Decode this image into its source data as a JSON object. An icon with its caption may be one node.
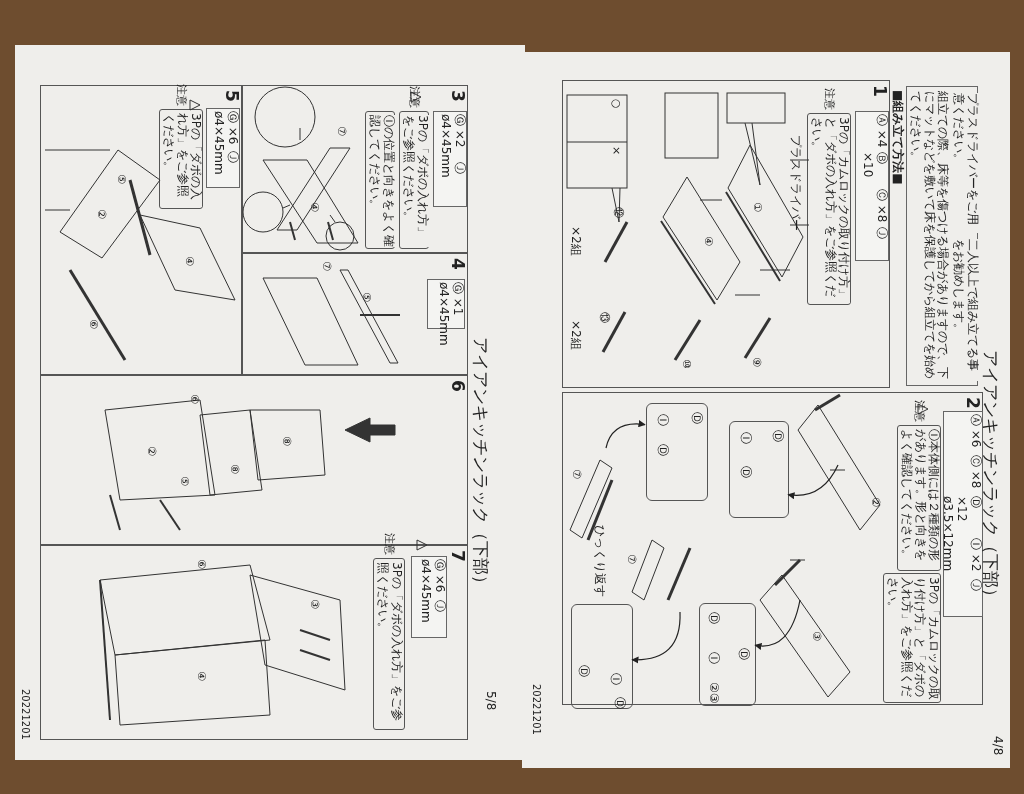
{
  "diagram": {
    "title": "アイアンキッチンラック（下部）",
    "nodes": [
      {
        "text": [
          "アイアンキッチンラック（下部）",
          "4/8",
          "20221201"
        ]
      },
      {
        "text": [
          "プラスドライバーをご用意ください。",
          "二人以上で組み立てる事をお勧めします。",
          "組立ての際、床等を傷つける場合がありますので、下にマットなどを敷いて床を保護してから組立てを始めてください。"
        ],
        "in": 0
      },
      {
        "text": [
          "1"
        ],
        "in": 0
      },
      {
        "text": [
          "Ⓐ ×4",
          "Ⓑ ×10",
          "Ⓒ ×8",
          "Ⓙ"
        ],
        "in": 2
      },
      {
        "text": [
          "3Pの「カムロックの取り付け方」と「ダボの入れ方」をご参照ください。"
        ],
        "in": 2,
        "beside": [
          "注意"
        ]
      },
      {
        "text": [
          "2"
        ],
        "in": 0
      },
      {
        "text": [
          "Ⓐ ×6",
          "Ⓒ ×8",
          "Ⓓ ×12 ø3.5×12mm",
          "Ⓘ ×2",
          "Ⓙ"
        ],
        "in": 5
      },
      {
        "text": [
          "Ⓘ本体側には２種類の形があります。形と向きをよく確認してください。"
        ],
        "in": 5,
        "beside": [
          "注意"
        ]
      },
      {
        "text": [
          "3Pの「カムロックの取り付け方」と「ダボの入れ方」をご参照ください。"
        ],
        "in": 5
      },
      {
        "text": [
          "5/8",
          "20221201"
        ]
      },
      {
        "text": [
          "3"
        ],
        "in": 9
      },
      {
        "text": [
          "Ⓖ ×2 ø4×45mm",
          "Ⓙ"
        ],
        "in": 10
      },
      {
        "text": [
          "3Pの「ダボの入れ方」をご参照ください。"
        ],
        "in": 10,
        "beside": [
          "注意"
        ]
      },
      {
        "text": [
          "Ⓘの位置と向きをよく確認してください。"
        ],
        "in": 10
      },
      {
        "text": [
          "4"
        ],
        "in": 9
      },
      {
        "text": [
          "Ⓖ ×1 ø4×45mm"
        ],
        "in": 14
      },
      {
        "text": [
          "5"
        ],
        "in": 9
      },
      {
        "text": [
          "Ⓖ ×6 ø4×45mm",
          "Ⓙ"
        ],
        "in": 16
      },
      {
        "text": [
          "3Pの「ダボの入れ方」をご参照ください。"
        ],
        "in": 16,
        "beside": [
          "注意"
        ]
      },
      {
        "text": [
          "6"
        ],
        "in": 9
      },
      {
        "text": [
          "7"
        ],
        "in": 9
      },
      {
        "text": [
          "Ⓖ ×6 ø4×45mm",
          "Ⓙ"
        ],
        "in": 20
      },
      {
        "text": [
          "3Pの「ダボの入れ方」をご参照ください。"
        ],
        "in": 20,
        "beside": [
          "注意"
        ]
      },
      {
        "text": [
          "Ⓘ",
          "Ⓓ",
          "Ⓓ"
        ],
        "in": 5
      },
      {
        "text": [
          "Ⓘ",
          "Ⓓ",
          "Ⓓ"
        ],
        "in": 5
      },
      {
        "text": [
          "Ⓓ",
          "Ⓘ",
          "Ⓓ",
          "②③"
        ],
        "in": 5
      },
      {
        "text": [
          "Ⓓ",
          "Ⓘ",
          "Ⓓ"
        ],
        "in": 5
      }
    ],
    "edges": [
      {
        "from": null,
        "to": 23,
        "arrow": "to"
      },
      {
        "from": null,
        "to": 24,
        "arrow": "to"
      },
      {
        "from": null,
        "to": 25,
        "arrow": "to"
      },
      {
        "from": null,
        "to": 26,
        "arrow": "to"
      }
    ],
    "labels": [
      "■組み立て方法■",
      "プラスドライバー",
      "○",
      "×",
      "×2組",
      "×2組",
      "①",
      "④",
      "⑫",
      "⑬",
      "⑩",
      "⑨",
      "②",
      "③",
      "⑦",
      "⑦",
      "ひっくり返す",
      "④",
      "⑦",
      "⑦",
      "⑤",
      "②",
      "④",
      "⑤",
      "⑥",
      "⑥",
      "②",
      "⑤",
      "⑧",
      "⑧",
      "⑥",
      "③",
      "④"
    ]
  }
}
